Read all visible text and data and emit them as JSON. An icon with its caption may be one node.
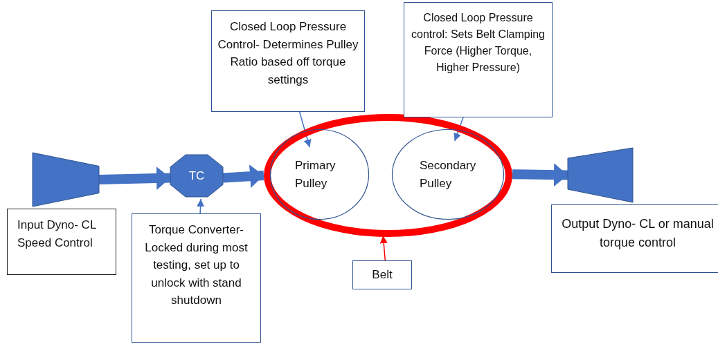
{
  "diagram": {
    "nodes": [
      {
        "text": [],
        "shape": "trapezoid"
      },
      {
        "text": [
          "Input Dyno- CL Speed Control"
        ]
      },
      {
        "text": [
          "TC"
        ]
      },
      {
        "text": [
          "Torque Converter- Locked during most testing, set up to unlock with stand shutdown"
        ]
      },
      {
        "text": [],
        "shape": "ellipse"
      },
      {
        "text": [
          "Primary Pulley"
        ],
        "in": 4
      },
      {
        "text": [
          "Secondary Pulley"
        ],
        "in": 4
      },
      {
        "text": [
          "Closed Loop Pressure Control- Determines Pulley Ratio based off torque settings"
        ]
      },
      {
        "text": [
          "Closed Loop Pressure control: Sets Belt Clamping Force (Higher Torque, Higher Pressure)"
        ]
      },
      {
        "text": [
          "Belt"
        ]
      },
      {
        "text": [],
        "shape": "trapezoid"
      },
      {
        "text": [
          "Output Dyno- CL or manual torque control"
        ]
      }
    ],
    "edges": [
      {
        "from": 0,
        "to": 2,
        "arrow": "to",
        "style": "thick"
      },
      {
        "from": 2,
        "to": 4,
        "arrow": "to",
        "style": "thick"
      },
      {
        "from": 4,
        "to": 10,
        "arrow": "to",
        "style": "thick"
      },
      {
        "from": 3,
        "to": 2,
        "arrow": "to"
      },
      {
        "from": 7,
        "to": 5,
        "arrow": "to"
      },
      {
        "from": 8,
        "to": 6,
        "arrow": "to"
      },
      {
        "from": 9,
        "to": 4,
        "arrow": "to",
        "color": "#ff0000"
      }
    ]
  }
}
